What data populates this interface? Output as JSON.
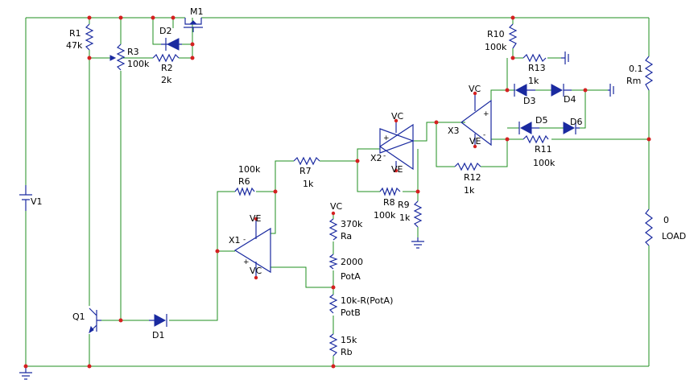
{
  "labels": {
    "m1": "M1",
    "r1": "R1",
    "r1v": "47k",
    "d2": "D2",
    "r3": "R3",
    "r3v": "100k",
    "r2": "R2",
    "r2v": "2k",
    "v1": "V1",
    "q1": "Q1",
    "d1": "D1",
    "r6v": "100k",
    "r6": "R6",
    "r7": "R7",
    "r7v": "1k",
    "x1": "X1",
    "x2": "X2",
    "x3": "X3",
    "vc_x1": "VC",
    "ve_x1": "VE",
    "vc_x2": "VC",
    "ve_x2": "VE",
    "vc_x3": "VC",
    "ve_x3": "VE",
    "vc_top": "VC",
    "rav": "370k",
    "ra": "Ra",
    "potav": "2000",
    "pota": "PotA",
    "potbv": "10k-R(PotA)",
    "potb": "PotB",
    "rbv": "15k",
    "rb": "Rb",
    "r8": "R8",
    "r8v": "100k",
    "r9": "R9",
    "r9v": "1k",
    "r10": "R10",
    "r10v": "100k",
    "r13": "R13",
    "r13v": "1k",
    "d3": "D3",
    "d4": "D4",
    "d5": "D5",
    "d6": "D6",
    "r11": "R11",
    "r11v": "100k",
    "r12": "R12",
    "r12v": "1k",
    "rmv": "0.1",
    "rm": "Rm",
    "loadv": "0",
    "load": "LOAD"
  },
  "colors": {
    "wire": "#1f8f1f",
    "component": "#1a2aa0",
    "node": "#d42020"
  }
}
